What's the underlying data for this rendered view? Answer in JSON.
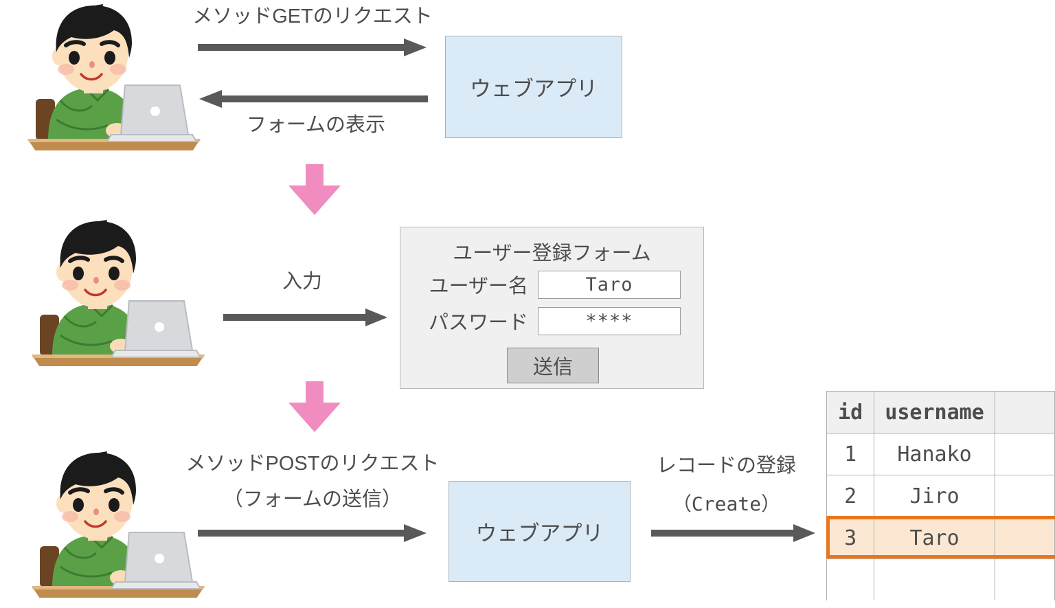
{
  "diagram": {
    "title": "Web form GET/POST flow with database record creation",
    "colors": {
      "arrow_gray": "#595959",
      "pink_arrow": "#f08cc0",
      "webapp_fill": "#daeaf7",
      "webapp_border": "#a8b4bf",
      "form_fill": "#f0f0f0",
      "form_border": "#b8b8b8",
      "highlight_border": "#e8761f",
      "highlight_fill": "#fce8d2",
      "text": "#4d4d4d"
    }
  },
  "step1": {
    "request_label": "メソッドGETのリクエスト",
    "response_label": "フォームの表示",
    "webapp_label": "ウェブアプリ",
    "actor_name": "user-at-laptop"
  },
  "step2": {
    "input_label": "入力",
    "form": {
      "title": "ユーザー登録フォーム",
      "fields": [
        {
          "label": "ユーザー名",
          "value": "Taro"
        },
        {
          "label": "パスワード",
          "value": "****"
        }
      ],
      "submit_label": "送信"
    },
    "actor_name": "user-at-laptop"
  },
  "step3": {
    "request_label_line1": "メソッドPOSTのリクエスト",
    "request_label_line2": "（フォームの送信）",
    "webapp_label": "ウェブアプリ",
    "create_label_line1": "レコードの登録",
    "create_label_line2": "（Create）",
    "actor_name": "user-at-laptop"
  },
  "database": {
    "columns": [
      "id",
      "username",
      ""
    ],
    "rows": [
      {
        "id": "1",
        "username": "Hanako",
        "extra": "",
        "highlighted": false
      },
      {
        "id": "2",
        "username": "Jiro",
        "extra": "",
        "highlighted": false
      },
      {
        "id": "3",
        "username": "Taro",
        "extra": "",
        "highlighted": true
      },
      {
        "id": "",
        "username": "",
        "extra": "",
        "highlighted": false
      }
    ]
  }
}
